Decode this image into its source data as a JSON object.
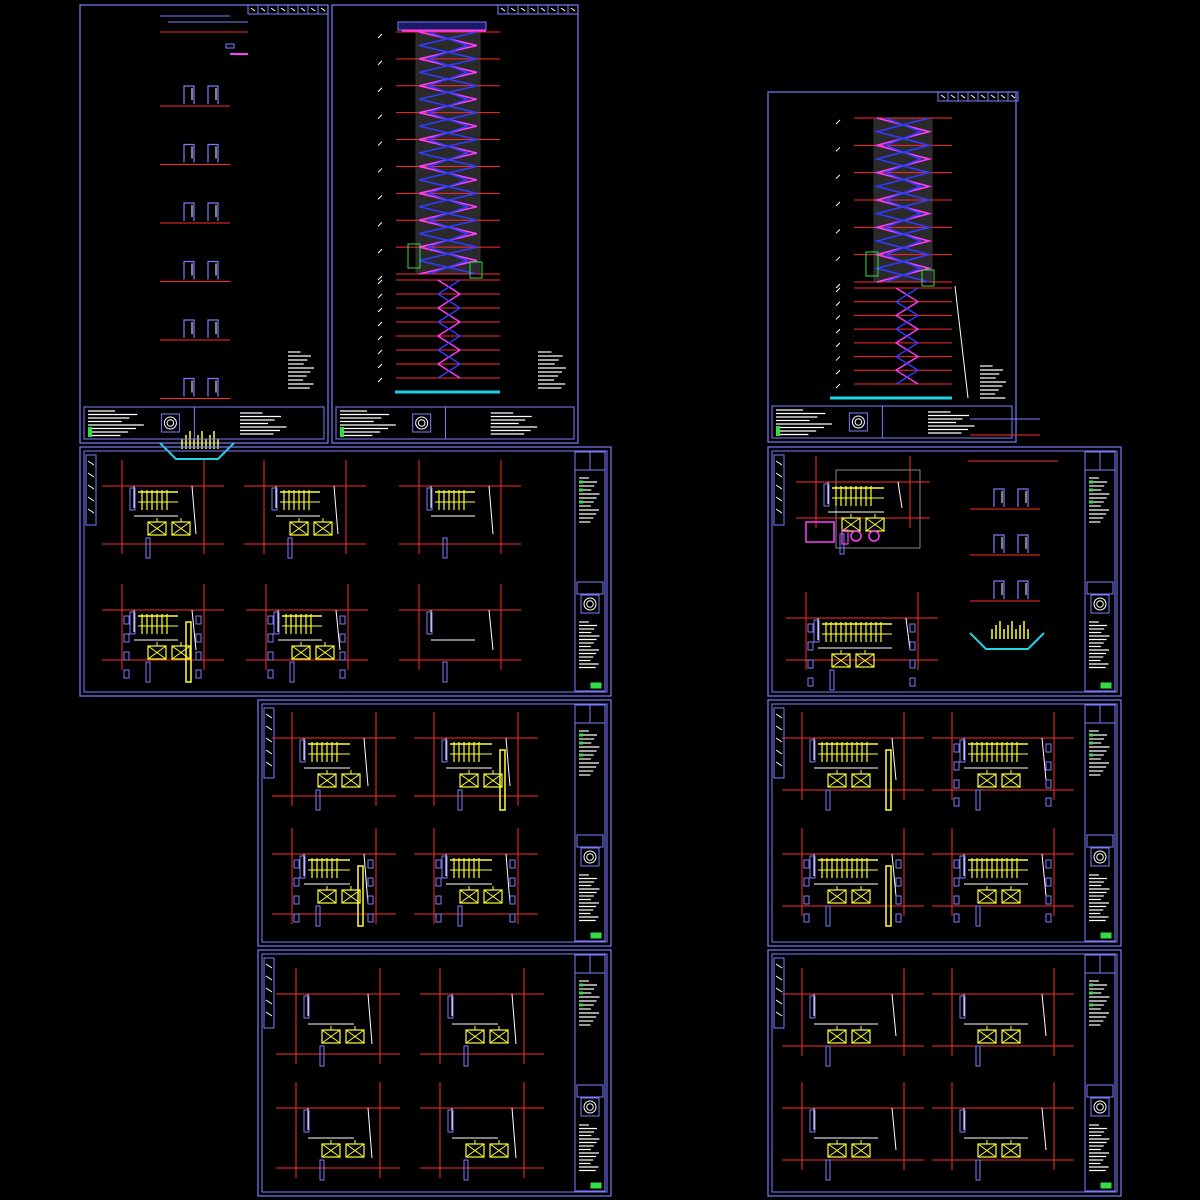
{
  "drawing": {
    "background": "#000000",
    "colors": {
      "frame": "#7b7bff",
      "axis": "#ff2a2a",
      "wall": "#ffffff",
      "equipment": "#ffff33",
      "pipe_magenta": "#ff3cff",
      "pipe_blue": "#2f3cff",
      "duct_green": "#33dd44",
      "cyan": "#22d3e6",
      "text": "#ffffff"
    },
    "sheets": [
      {
        "id": "sheet-elevation-1",
        "kind": "elevation-units"
      },
      {
        "id": "sheet-riser-system",
        "kind": "riser-system"
      },
      {
        "id": "sheet-riser-system-2",
        "kind": "riser-system"
      },
      {
        "id": "sheet-plans-row-a-left",
        "kind": "plan-sheet"
      },
      {
        "id": "sheet-plans-row-a-right",
        "kind": "plan-sheet"
      },
      {
        "id": "sheet-plans-row-b-left",
        "kind": "plan-sheet"
      },
      {
        "id": "sheet-plans-row-b-right",
        "kind": "plan-sheet"
      },
      {
        "id": "sheet-plans-row-c-left",
        "kind": "plan-sheet"
      },
      {
        "id": "sheet-plans-row-c-right",
        "kind": "plan-sheet"
      }
    ]
  }
}
